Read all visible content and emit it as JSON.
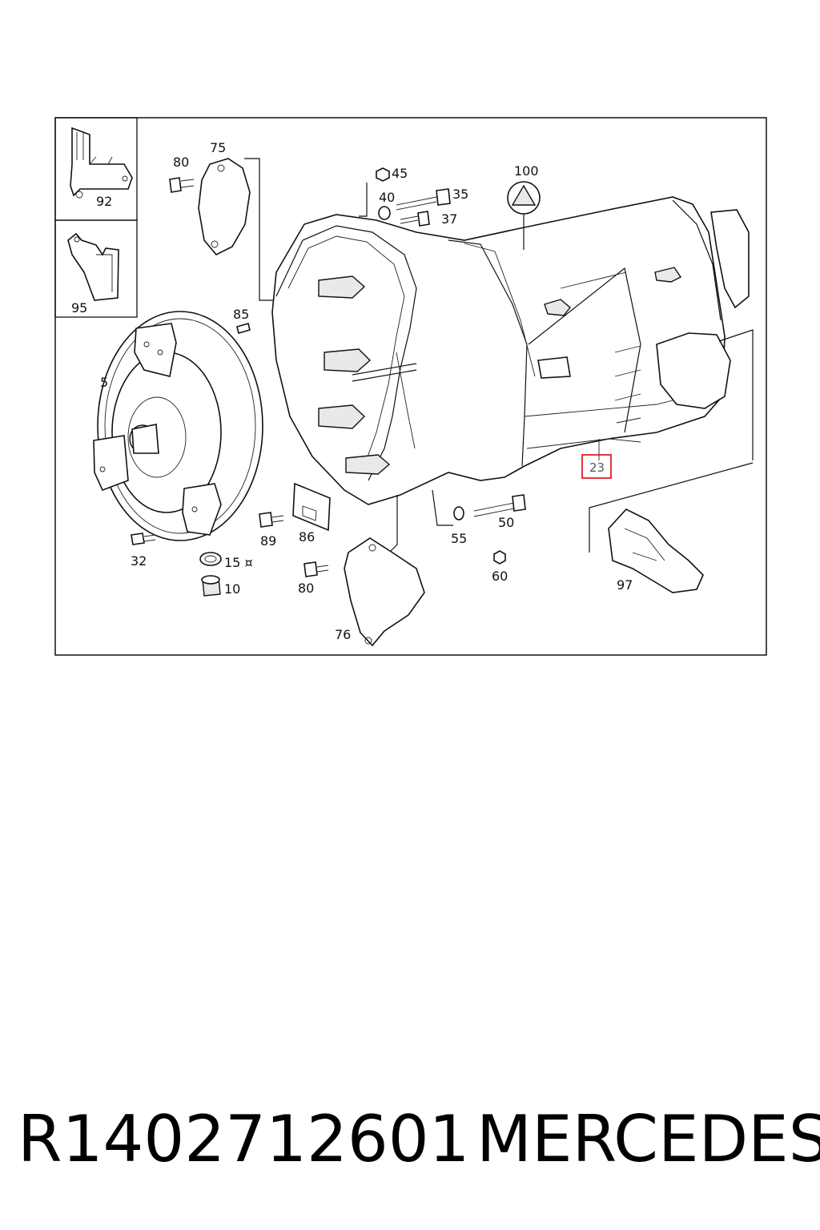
{
  "diagram": {
    "callouts": {
      "c92": "92",
      "c95": "95",
      "c5": "5",
      "c80a": "80",
      "c75": "75",
      "c85": "85",
      "c45": "45",
      "c40": "40",
      "c35": "35",
      "c37": "37",
      "c100": "100",
      "c23": "23",
      "c32": "32",
      "c15": "15 ¤",
      "c10": "10",
      "c89": "89",
      "c86": "86",
      "c80b": "80",
      "c76": "76",
      "c55": "55",
      "c50": "50",
      "c60": "60",
      "c97": "97"
    },
    "highlighted_callout": "23",
    "highlight_color": "#e0202a"
  },
  "caption": {
    "part_number": "R1402712601",
    "brand": "MERCEDES"
  }
}
